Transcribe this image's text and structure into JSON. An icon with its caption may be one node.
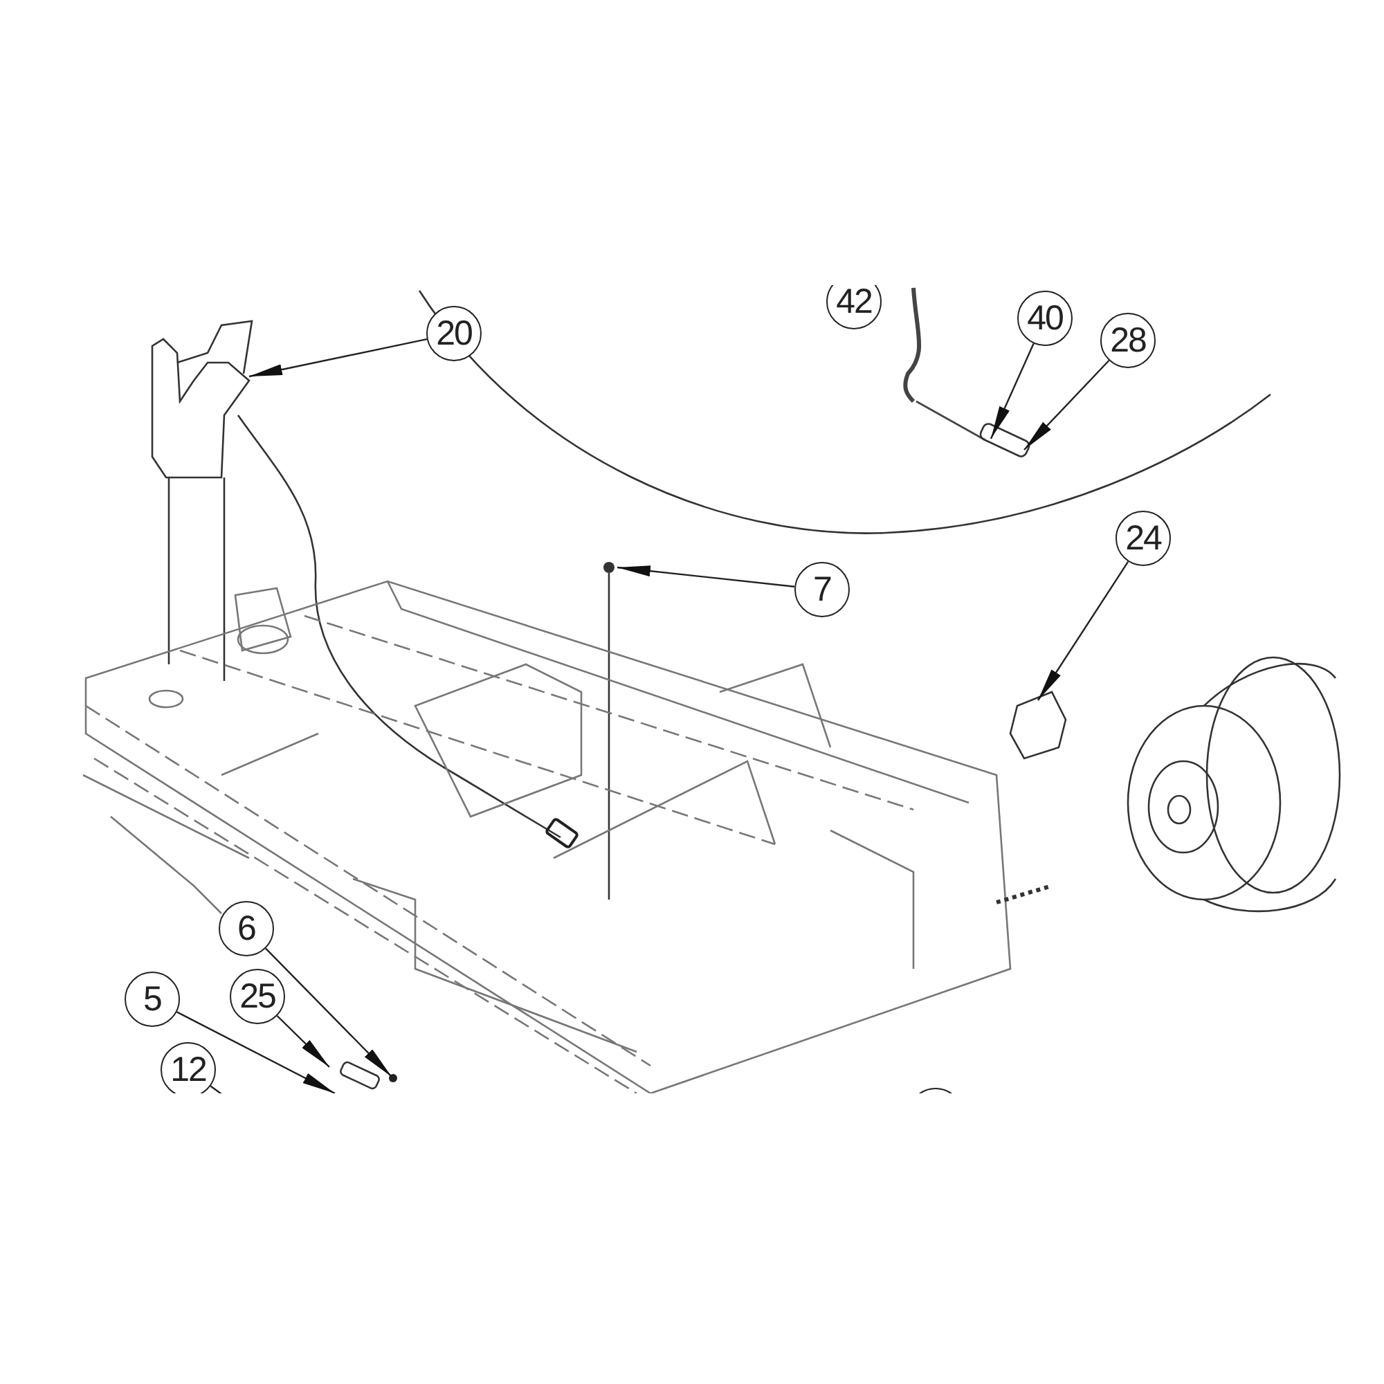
{
  "diagram": {
    "nodes": [
      {
        "text": [
          "42"
        ]
      },
      {
        "text": [
          "20"
        ]
      },
      {
        "text": [
          "40"
        ]
      },
      {
        "text": [
          "28"
        ]
      },
      {
        "text": [
          "24"
        ]
      },
      {
        "text": [
          "7"
        ]
      },
      {
        "text": [
          "6"
        ]
      },
      {
        "text": [
          "25"
        ]
      },
      {
        "text": [
          "5"
        ]
      },
      {
        "text": [
          "12"
        ]
      },
      {
        "text": [],
        "shape": "circle"
      }
    ],
    "edges": [
      {
        "from": 1,
        "to": null,
        "arrow": "to"
      },
      {
        "from": 2,
        "to": null,
        "arrow": "to"
      },
      {
        "from": 3,
        "to": null,
        "arrow": "to"
      },
      {
        "from": 4,
        "to": null,
        "arrow": "to"
      },
      {
        "from": 5,
        "to": null,
        "arrow": "to"
      },
      {
        "from": 6,
        "to": null,
        "arrow": "to"
      },
      {
        "from": 7,
        "to": null,
        "arrow": "to"
      },
      {
        "from": 8,
        "to": null,
        "arrow": "to"
      },
      {
        "from": 9,
        "to": null,
        "arrow": "none"
      }
    ]
  }
}
